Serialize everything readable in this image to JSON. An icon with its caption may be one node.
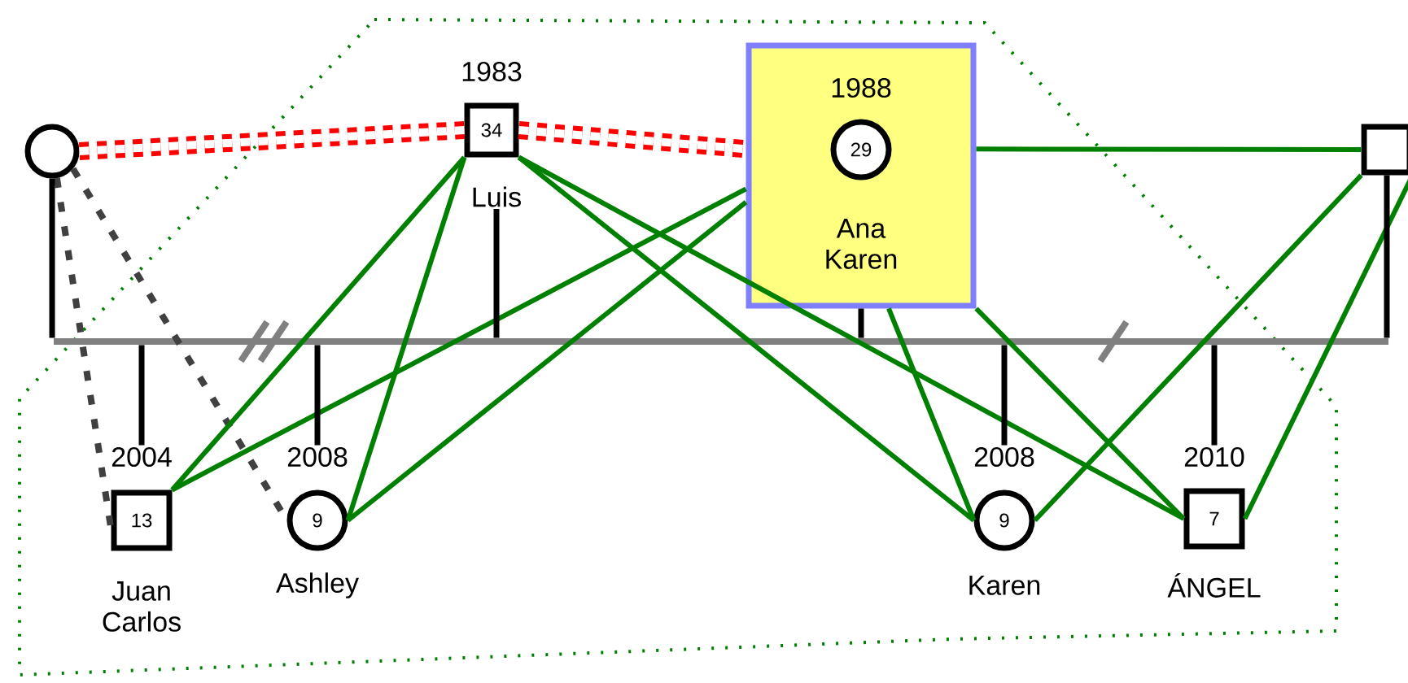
{
  "diagram": {
    "nodes": [
      {
        "text": [],
        "shape": "circle"
      },
      {
        "text": [
          "1983",
          "34",
          "Luis"
        ]
      },
      {
        "text": [
          "1988",
          "Ana Karen"
        ]
      },
      {
        "text": [
          "29"
        ],
        "in": 2
      },
      {
        "text": [],
        "shape": "box"
      },
      {
        "text": [
          "2004",
          "13",
          "Juan Carlos"
        ]
      },
      {
        "text": [
          "2008",
          "9",
          "Ashley"
        ]
      },
      {
        "text": [
          "2008",
          "9",
          "Karen"
        ]
      },
      {
        "text": [
          "2010",
          "7",
          "ÁNGEL"
        ]
      },
      {
        "text": [],
        "shape": "bar"
      }
    ],
    "edges": [
      {
        "from": 0,
        "to": 1,
        "arrow": "none",
        "style": "dashed",
        "color": "#ff0000"
      },
      {
        "from": 1,
        "to": 2,
        "arrow": "none",
        "style": "dashed",
        "color": "#ff0000"
      },
      {
        "from": 0,
        "to": 5,
        "arrow": "none",
        "style": "dashed",
        "color": "#404040"
      },
      {
        "from": 0,
        "to": 6,
        "arrow": "none",
        "style": "dashed",
        "color": "#404040"
      },
      {
        "from": 1,
        "to": 5,
        "arrow": "none"
      },
      {
        "from": 1,
        "to": 6,
        "arrow": "none"
      },
      {
        "from": 1,
        "to": 7,
        "arrow": "none"
      },
      {
        "from": 1,
        "to": 8,
        "arrow": "none"
      },
      {
        "from": 2,
        "to": 5,
        "arrow": "none"
      },
      {
        "from": 2,
        "to": 6,
        "arrow": "none"
      },
      {
        "from": 2,
        "to": 7,
        "arrow": "none"
      },
      {
        "from": 2,
        "to": 8,
        "arrow": "none"
      },
      {
        "from": 4,
        "to": 2,
        "arrow": "none"
      },
      {
        "from": 4,
        "to": 7,
        "arrow": "none"
      },
      {
        "from": 4,
        "to": 8,
        "arrow": "none"
      },
      {
        "from": 0,
        "to": 9,
        "arrow": "none",
        "color": "#000000"
      },
      {
        "from": 1,
        "to": 9,
        "arrow": "none",
        "color": "#000000"
      },
      {
        "from": 2,
        "to": 9,
        "arrow": "none",
        "color": "#000000"
      },
      {
        "from": 4,
        "to": 9,
        "arrow": "none",
        "color": "#000000"
      },
      {
        "from": 9,
        "to": 5,
        "arrow": "none",
        "color": "#000000"
      },
      {
        "from": 9,
        "to": 6,
        "arrow": "none",
        "color": "#000000"
      },
      {
        "from": 9,
        "to": 7,
        "arrow": "none",
        "color": "#000000"
      },
      {
        "from": 9,
        "to": 8,
        "arrow": "none",
        "color": "#000000"
      }
    ]
  }
}
